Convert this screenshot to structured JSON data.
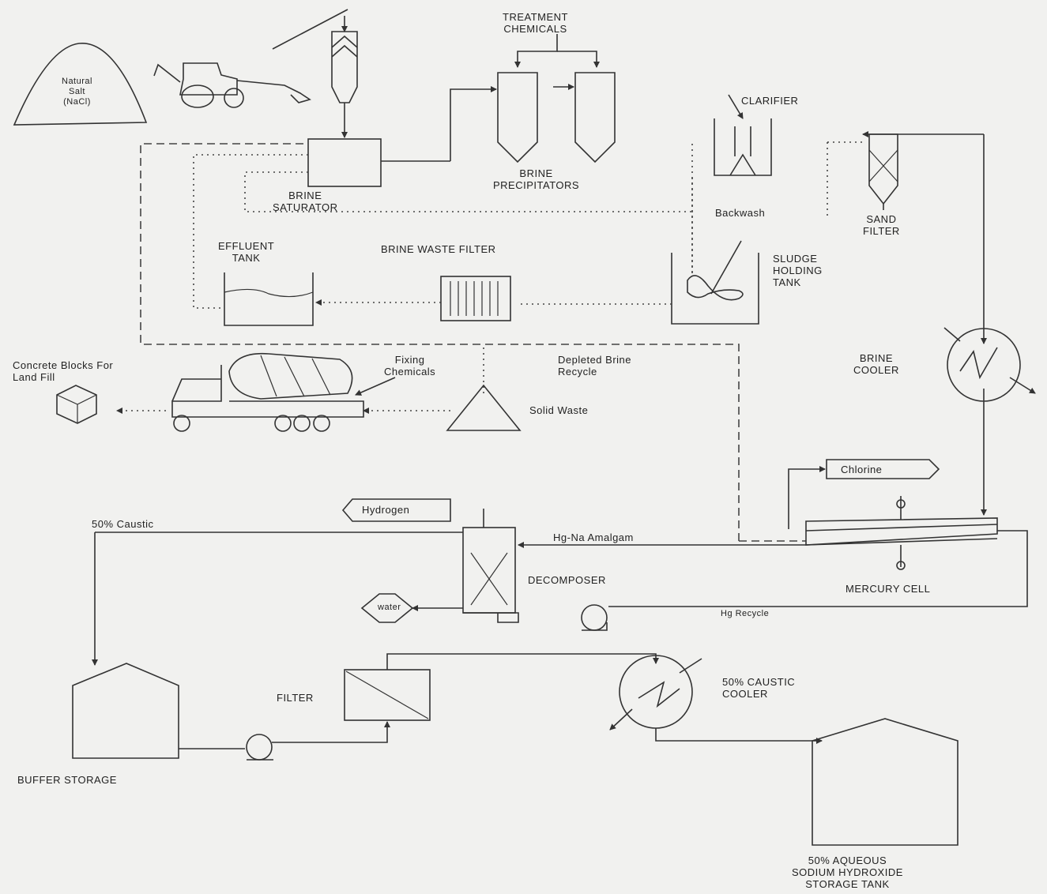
{
  "labels": {
    "natural_salt": [
      "Natural",
      "Salt",
      "(NaCl)"
    ],
    "treatment_chemicals": [
      "TREATMENT",
      "CHEMICALS"
    ],
    "brine_saturator": [
      "BRINE",
      "SATURATOR"
    ],
    "brine_precipitators": [
      "BRINE",
      "PRECIPITATORS"
    ],
    "clarifier": "CLARIFIER",
    "backwash": "Backwash",
    "sand_filter": [
      "SAND",
      "FILTER"
    ],
    "effluent_tank": [
      "EFFLUENT",
      "TANK"
    ],
    "brine_waste_filter": "BRINE WASTE FILTER",
    "sludge_holding_tank": [
      "SLUDGE",
      "HOLDING",
      "TANK"
    ],
    "brine_cooler": [
      "BRINE",
      "COOLER"
    ],
    "concrete_blocks": [
      "Concrete Blocks For",
      "Land Fill"
    ],
    "fixing_chemicals": [
      "Fixing",
      "Chemicals"
    ],
    "depleted_brine": [
      "Depleted Brine",
      "Recycle"
    ],
    "solid_waste": "Solid Waste",
    "chlorine": "Chlorine",
    "hydrogen": "Hydrogen",
    "caustic_50": "50% Caustic",
    "hg_na_amalgam": "Hg-Na Amalgam",
    "decomposer": "DECOMPOSER",
    "mercury_cell": "MERCURY CELL",
    "water": "water",
    "hg_recycle": "Hg Recycle",
    "filter": "FILTER",
    "caustic_cooler": [
      "50% CAUSTIC",
      "COOLER"
    ],
    "buffer_storage": "BUFFER STORAGE",
    "storage_tank": [
      "50% AQUEOUS",
      "SODIUM HYDROXIDE",
      "STORAGE TANK"
    ]
  }
}
